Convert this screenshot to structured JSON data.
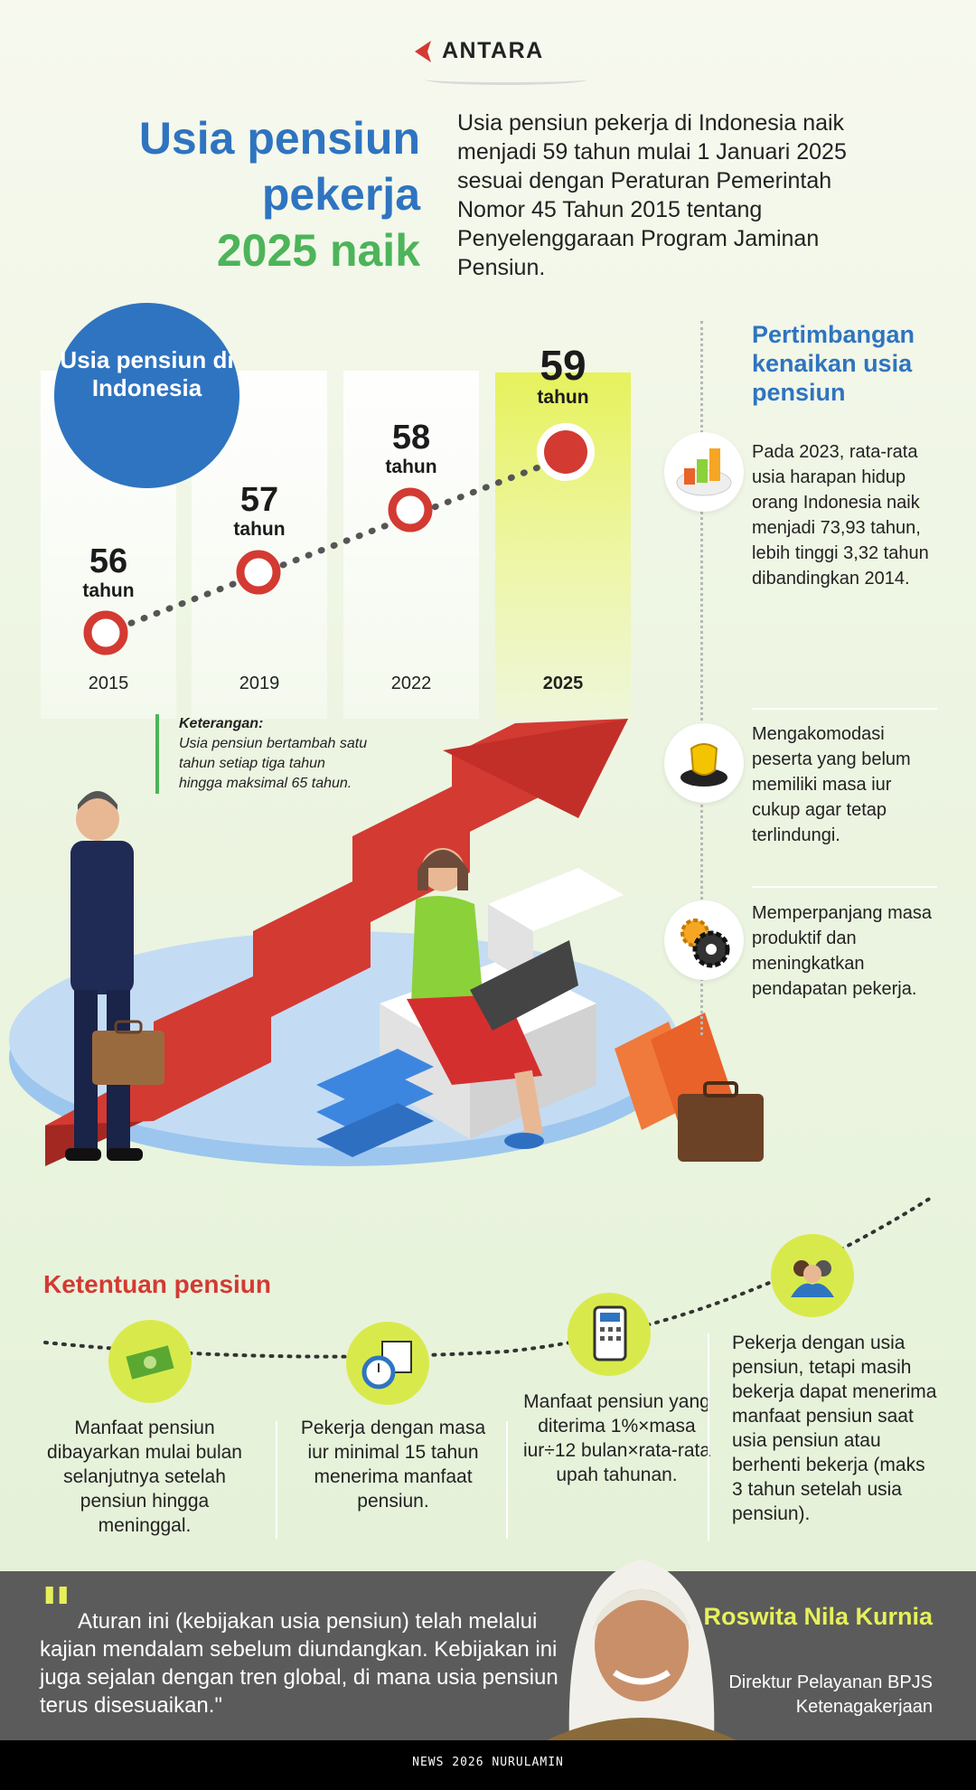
{
  "brand": {
    "logo_text": "ANTARA",
    "accent_red": "#d33a32"
  },
  "title": {
    "line1": "Usia pensiun",
    "line2": "pekerja",
    "line3": "2025 naik"
  },
  "intro": "Usia pensiun pekerja di Indonesia naik menjadi 59 tahun mulai 1 Januari 2025 sesuai dengan Peraturan Pemerintah Nomor 45 Tahun 2015 tentang Penyelenggaraan Program Jaminan Pensiun.",
  "chart": {
    "bubble": "Usia pensiun di Indonesia",
    "unit": "tahun",
    "points": [
      {
        "year": "2015",
        "age": "56"
      },
      {
        "year": "2019",
        "age": "57"
      },
      {
        "year": "2022",
        "age": "58"
      },
      {
        "year": "2025",
        "age": "59"
      }
    ],
    "note_title": "Keterangan:",
    "note_text": "Usia pensiun bertambah satu tahun setiap tiga tahun hingga maksimal 65 tahun."
  },
  "considerations": {
    "title": "Pertimbangan kenaikan usia pensiun",
    "items": [
      {
        "icon": "bar-chart-icon",
        "text": "Pada 2023, rata-rata usia harapan hidup orang Indonesia naik menjadi 73,93 tahun, lebih tinggi 3,32 tahun dibandingkan 2014."
      },
      {
        "icon": "shield-icon",
        "text": "Mengakomodasi peserta yang belum memiliki masa iur cukup agar tetap terlindungi."
      },
      {
        "icon": "gear-icon",
        "text": "Memperpanjang masa produktif dan meningkatkan pendapatan pekerja."
      }
    ]
  },
  "provisions": {
    "title": "Ketentuan pensiun",
    "items": [
      {
        "icon": "money-icon",
        "text": "Manfaat pensiun dibayarkan mulai bulan selanjutnya setelah pensiun hingga meninggal."
      },
      {
        "icon": "calendar-clock-icon",
        "text": "Pekerja dengan masa iur minimal 15 tahun menerima manfaat pensiun."
      },
      {
        "icon": "calculator-icon",
        "text": "Manfaat pensiun yang diterima 1%×masa iur÷12 bulan×rata-rata upah tahunan."
      },
      {
        "icon": "people-icon",
        "text": "Pekerja dengan usia pensiun, tetapi masih bekerja dapat menerima manfaat pensiun saat usia pensiun atau berhenti bekerja (maks 3 tahun setelah usia pensiun)."
      }
    ]
  },
  "quote": {
    "text": "Aturan ini (kebijakan usia pensiun) telah melalui kajian mendalam sebelum diundangkan. Kebijakan ini juga sejalan dengan tren global, di mana usia pensiun terus disesuaikan.\"",
    "speaker_name": "Roswita Nila Kurnia",
    "speaker_role": "Direktur Pelayanan BPJS Ketenagakerjaan"
  },
  "credit": "NEWS 2026 NURULAMIN"
}
